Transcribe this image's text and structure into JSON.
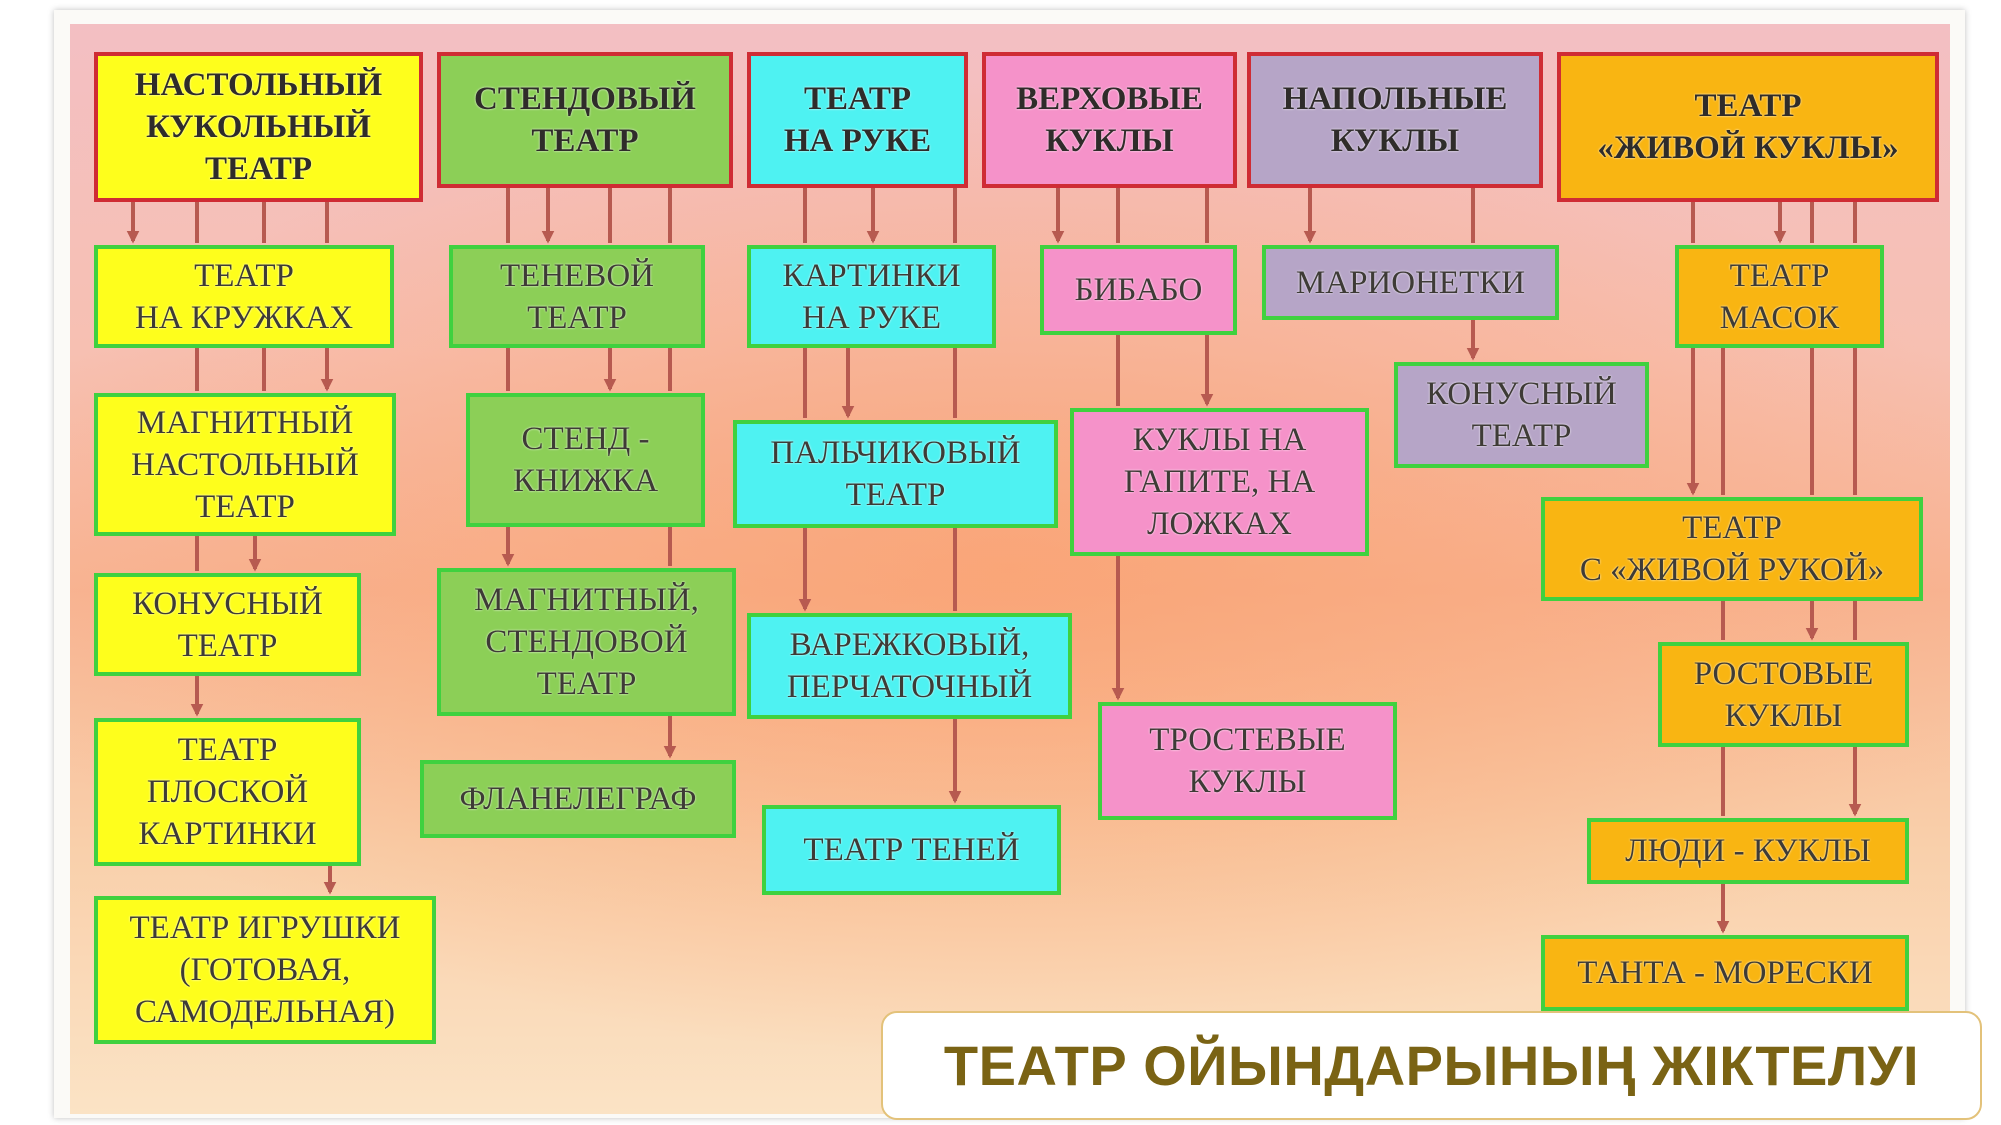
{
  "title": "ТЕАТР ОЙЫНДАРЫНЫҢ ЖІКТЕЛУІ",
  "colors": {
    "header_border": "#cf2c34",
    "node_border": "#3fd13f",
    "arrow": "#b75a50",
    "yellow": "#fefe1c",
    "green": "#8ccf57",
    "cyan": "#4ef2f2",
    "pink": "#f592c9",
    "purple": "#b6a5c7",
    "orange": "#f9b512",
    "title_text": "#7a6314"
  },
  "headers": {
    "h1": "НАСТОЛЬНЫЙ\nКУКОЛЬНЫЙ\nТЕАТР",
    "h2": "СТЕНДОВЫЙ\nТЕАТР",
    "h3": "ТЕАТР\nНА РУКЕ",
    "h4": "ВЕРХОВЫЕ\nКУКЛЫ",
    "h5": "НАПОЛЬНЫЕ\nКУКЛЫ",
    "h6": "ТЕАТР\n«ЖИВОЙ КУКЛЫ»"
  },
  "nodes": {
    "c1_1": "ТЕАТР\nНА КРУЖКАХ",
    "c1_2": "МАГНИТНЫЙ\nНАСТОЛЬНЫЙ\nТЕАТР",
    "c1_3": "КОНУСНЫЙ\nТЕАТР",
    "c1_4": "ТЕАТР\nПЛОСКОЙ\nКАРТИНКИ",
    "c1_5": "ТЕАТР ИГРУШКИ\n(ГОТОВАЯ,\nСАМОДЕЛЬНАЯ)",
    "c2_1": "ТЕНЕВОЙ\nТЕАТР",
    "c2_2": "СТЕНД -\nКНИЖКА",
    "c2_3": "МАГНИТНЫЙ,\nСТЕНДОВОЙ\nТЕАТР",
    "c2_4": "ФЛАНЕЛЕГРАФ",
    "c3_1": "КАРТИНКИ\nНА РУКЕ",
    "c3_2": "ПАЛЬЧИКОВЫЙ\nТЕАТР",
    "c3_3": "ВАРЕЖКОВЫЙ,\nПЕРЧАТОЧНЫЙ",
    "c3_4": "ТЕАТР ТЕНЕЙ",
    "c4_1": "БИБАБО",
    "c4_2": "КУКЛЫ НА\nГАПИТЕ, НА\nЛОЖКАХ",
    "c4_3": "ТРОСТЕВЫЕ\nКУКЛЫ",
    "c5_1": "МАРИОНЕТКИ",
    "c5_2": "КОНУСНЫЙ\nТЕАТР",
    "c6_1": "ТЕАТР\nМАСОК",
    "c6_2": "ТЕАТР\nС «ЖИВОЙ РУКОЙ»",
    "c6_3": "РОСТОВЫЕ\nКУКЛЫ",
    "c6_4": "ЛЮДИ - КУКЛЫ",
    "c6_5": "ТАНТА - МОРЕСКИ"
  }
}
